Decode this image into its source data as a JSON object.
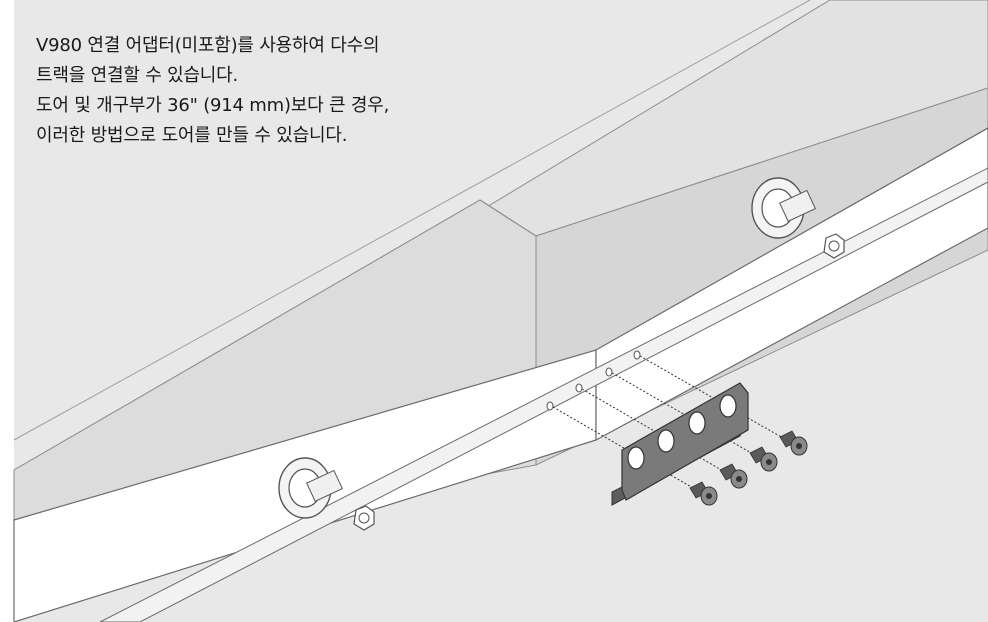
{
  "caption": {
    "lines": [
      "V980 연결 어댑터(미포함)를 사용하여 다수의",
      "트랙을 연결할 수 있습니다.",
      "도어 및 개구부가 36\" (914 mm)보다 큰 경우,",
      "이러한 방법으로 도어를 만들 수 있습니다."
    ]
  },
  "colors": {
    "background": "#e6e6e6",
    "wall": "#dedede",
    "track": "#ffffff",
    "adapter_plate": "#7a7a7a",
    "line": "#6b6b6b"
  },
  "icons": {
    "adapter_plate": "connector-plate-icon",
    "screws": "flat-head-screw-icon",
    "rollers": "door-roller-icon",
    "bolts": "hex-bolt-icon"
  }
}
